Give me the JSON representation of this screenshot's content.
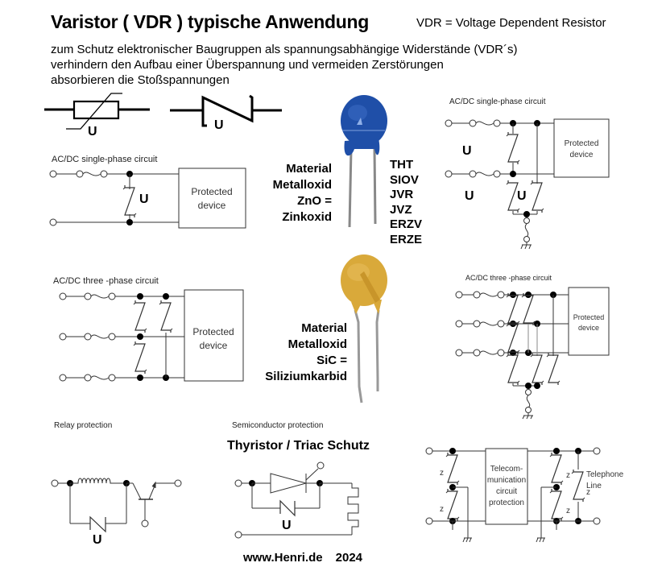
{
  "header": {
    "title": "Varistor ( VDR ) typische Anwendung",
    "subtitle": "VDR = Voltage Dependent Resistor"
  },
  "intro": {
    "lines": [
      "zum Schutz elektronischer Baugruppen als spannungsabhängige Widerstände (VDR´s)",
      "verhindern den Aufbau einer Überspannung und vermeiden Zerstörungen",
      "absorbieren die Stoßspannungen"
    ]
  },
  "symbols": {
    "symbol1_label": "U",
    "symbol2_label": "U"
  },
  "circuit_single_left": {
    "caption": "AC/DC single-phase circuit",
    "device_line1": "Protected",
    "device_line2": "device",
    "varistor_label": "U"
  },
  "circuit_single_right": {
    "caption": "AC/DC single-phase circuit",
    "device_line1": "Protected",
    "device_line2": "device",
    "labels": [
      "U",
      "U",
      "U"
    ]
  },
  "component_blue": {
    "material_lines": [
      "Material",
      "Metalloxid",
      "ZnO =",
      "Zinkoxid"
    ],
    "types": [
      "THT",
      "SIOV",
      "JVR",
      "JVZ",
      "ERZV",
      "ERZE"
    ],
    "color": "#1f4fa8"
  },
  "component_yellow": {
    "material_lines": [
      "Material",
      "Metalloxid",
      "SiC =",
      "Siliziumkarbid"
    ],
    "color": "#d9a93a"
  },
  "circuit_three_left": {
    "caption": "AC/DC three -phase circuit",
    "device_line1": "Protected",
    "device_line2": "device"
  },
  "circuit_three_right": {
    "caption": "AC/DC three -phase circuit",
    "device_line1": "Protected",
    "device_line2": "device"
  },
  "relay": {
    "caption": "Relay protection",
    "varistor_label": "U"
  },
  "semiconductor": {
    "caption": "Semiconductor protection",
    "heading": "Thyristor / Triac Schutz",
    "varistor_label": "U"
  },
  "telecom": {
    "box_lines": [
      "Telecom-",
      "munication",
      "circuit",
      "protection"
    ],
    "line_label1": "Telephone",
    "line_label2": "Line",
    "z_label": "z"
  },
  "footer": {
    "website": "www.Henri.de",
    "year": "2024"
  }
}
